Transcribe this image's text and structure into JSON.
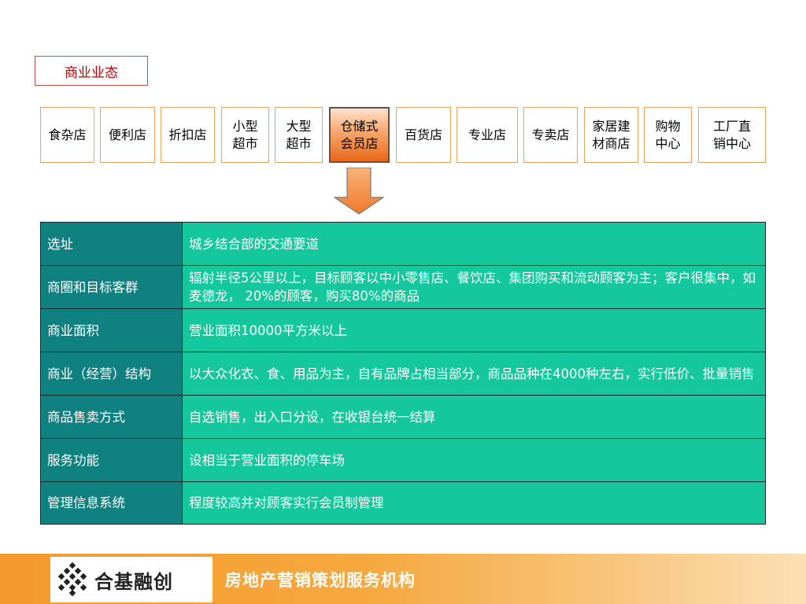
{
  "title": "商业业态",
  "formats": [
    {
      "label": "食杂店"
    },
    {
      "label": "便利店"
    },
    {
      "label": "折扣店"
    },
    {
      "label": "小型\n超市"
    },
    {
      "label": "大型\n超市"
    },
    {
      "label": "仓储式\n会员店",
      "active": true
    },
    {
      "label": "百货店"
    },
    {
      "label": "专业店"
    },
    {
      "label": "专卖店"
    },
    {
      "label": "家居建\n材商店"
    },
    {
      "label": "购物\n中心"
    },
    {
      "label": "工厂直\n销中心"
    }
  ],
  "table": {
    "rows": [
      {
        "key": "选址",
        "value": "城乡结合部的交通要道"
      },
      {
        "key": "商圈和目标客群",
        "value": "辐射半径5公里以上，目标顾客以中小零售店、餐饮店、集团购买和流动顾客为主；客户很集中，如麦德龙， 20%的顾客，购买80%的商品"
      },
      {
        "key": "商业面积",
        "value": "营业面积10000平方米以上"
      },
      {
        "key": "商业（经营）结构",
        "value": "以大众化衣、食、用品为主，自有品牌占相当部分，商品品种在4000种左右，实行低价、批量销售"
      },
      {
        "key": "商品售卖方式",
        "value": "自选销售，出入口分设，在收银台统一结算"
      },
      {
        "key": "服务功能",
        "value": "设相当于营业面积的停车场"
      },
      {
        "key": "管理信息系统",
        "value": "程度较高并对顾客实行会员制管理"
      }
    ]
  },
  "footer": {
    "logo_text": "合基融创",
    "slogan": "房地产营销策划服务机构"
  },
  "colors": {
    "key_cell": "#108181",
    "value_cell": "#14c79c",
    "accent_orange": "#f7943b",
    "title_red": "#c00000"
  }
}
